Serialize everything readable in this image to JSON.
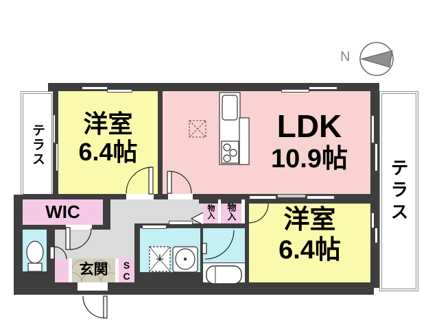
{
  "compass": {
    "north_label": "N"
  },
  "rooms": {
    "bedroom_top_left": {
      "name": "洋室",
      "size": "6.4帖"
    },
    "ldk": {
      "name": "LDK",
      "size": "10.9帖"
    },
    "bedroom_bottom_right": {
      "name": "洋室",
      "size": "6.4帖"
    },
    "wic": {
      "label": "WIC"
    },
    "terrace_left": {
      "label": "テラス"
    },
    "terrace_right": {
      "label": "テラス"
    },
    "entrance": {
      "label": "玄関"
    },
    "shoe_closet": {
      "label": "SC"
    },
    "storage_1": {
      "label": "物入"
    },
    "storage_2": {
      "label": "物入"
    }
  },
  "colors": {
    "wall": "#3E3E3E",
    "room_yellow": "#FBF9AC",
    "room_pink": "#F8D3D2",
    "closet_pink": "#F5C9E6",
    "wet_blue": "#C3EFF5",
    "hallway_gray": "#DBDBDB",
    "genkan_beige": "#D4D0BB",
    "terrace_border": "#8A8A8A",
    "fixture_outline": "#333333",
    "dashed_accent": "#995050",
    "compass_gray": "#8F8F8F"
  }
}
